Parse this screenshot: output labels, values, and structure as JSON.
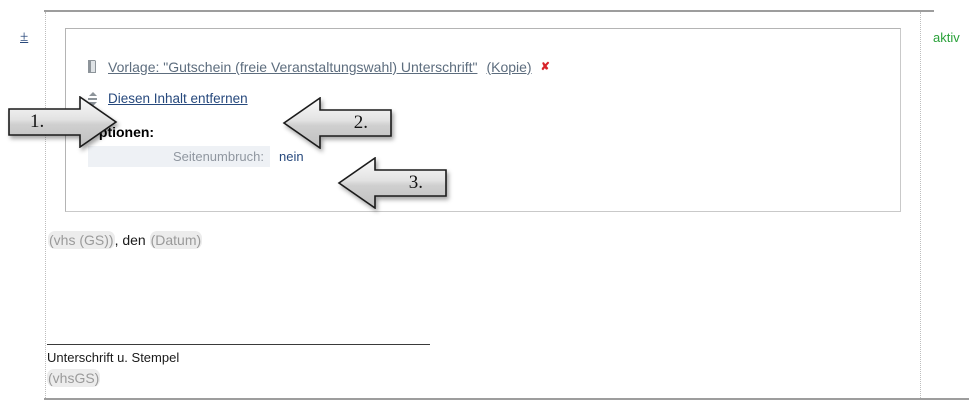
{
  "page": {
    "status_label": "aktiv",
    "gutter_toggle": "±"
  },
  "content_block": {
    "template_link": "Vorlage: \"Gutschein (freie Veranstaltungswahl) Unterschrift\"",
    "copy_suffix": "(Kopie)",
    "delete_icon": "✘",
    "remove_link": "Diesen Inhalt entfernen",
    "options_heading": "Optionen:",
    "options": [
      {
        "name": "Seitenumbruch:",
        "value": "nein"
      }
    ],
    "icons": {
      "document": "document-icon",
      "sort_handle": "sort-handle-icon"
    }
  },
  "document_preview": {
    "date_line": {
      "place_token": "(vhs (GS))",
      "separator": ", den ",
      "date_token": "(Datum)"
    },
    "signature": {
      "caption": "Unterschrift u. Stempel",
      "token": "(vhsGS)"
    }
  },
  "callouts": [
    {
      "label": "1.",
      "direction": "right"
    },
    {
      "label": "2.",
      "direction": "left"
    },
    {
      "label": "3.",
      "direction": "left"
    }
  ],
  "colors": {
    "status_green": "#2aa13a",
    "link_blue": "#27497d",
    "template_link": "#5d6d7e",
    "delete_red": "#d8232a",
    "option_name_bg": "#eef1f5"
  }
}
